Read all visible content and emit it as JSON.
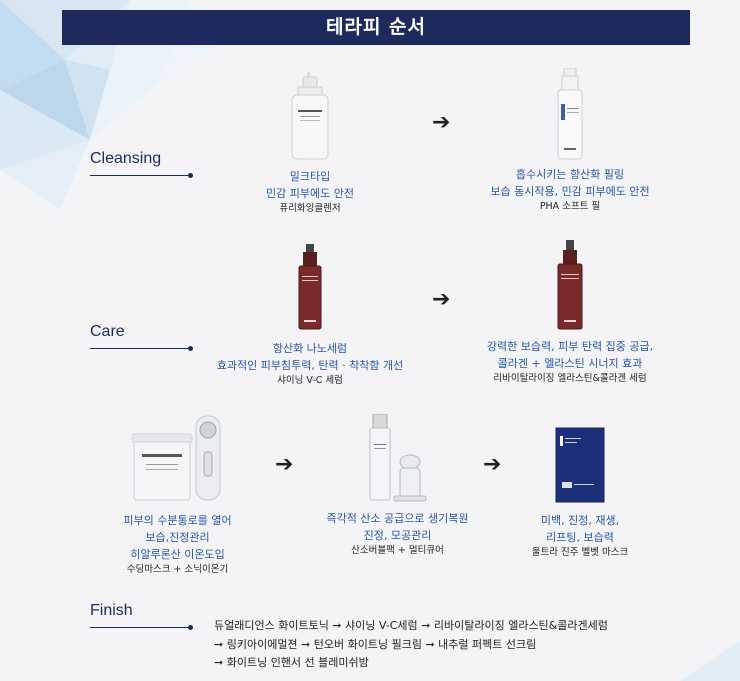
{
  "header": {
    "title": "테라피 순서"
  },
  "sections": {
    "cleansing": "Cleansing",
    "care": "Care",
    "finish": "Finish"
  },
  "arrow_glyph": "➔",
  "products": {
    "p1": {
      "desc1": "밀크타입",
      "desc2": "민감 피부에도 안전",
      "name": "퓨리화잉클렌저"
    },
    "p2": {
      "desc1": "흡수시키는 항산화 필링",
      "desc2": "보습 동시작용, 민감 피부에도 안전",
      "name": "PHA 소프트 필"
    },
    "p3": {
      "desc1": "항산화 나노세럼",
      "desc2": "효과적인 피부침투력, 탄력 · 착착함 개선",
      "name": "샤이닝 V-C 세럼"
    },
    "p4": {
      "desc1": "강력한 보습력, 피부 탄력 집중 공급,",
      "desc2": "콜라겐 + 엘라스틴 시너지 효과",
      "name": "리바이탈라이징 엘라스틴&콜라겐 세럼"
    },
    "p5": {
      "desc1": "피부의 수분통로를 열어",
      "desc2": "보습,진정관리",
      "desc3": "히알루론산 이온도입",
      "name": "수딩마스크 + 소닉이온기"
    },
    "p6": {
      "desc1": "즉각적 산소 공급으로 생기복원",
      "desc2": "진정, 모공관리",
      "name": "산소버블팩 + 멀티큐어"
    },
    "p7": {
      "desc1": "미백, 진정, 재생,",
      "desc2": "리프팅, 보습력",
      "name": "울트라 진주 벨벳 마스크"
    }
  },
  "finish": {
    "line1": "듀얼래디언스 화이트토닉 ➞ 샤이닝 V-C세럼 ➞ 리바이탈라이징 엘라스틴&콜라겐세럼",
    "line2": "➞ 링키아이에멀젼 ➞ 턴오버 화이트닝 필크림 ➞ 내추럴 퍼펙트 선크림",
    "line3": "➞ 화이트닝 인핸서 선 블레미쉬밤"
  },
  "colors": {
    "navy": "#1f2a5c",
    "accent_blue": "#2756a5",
    "background": "#f4f4f6"
  }
}
